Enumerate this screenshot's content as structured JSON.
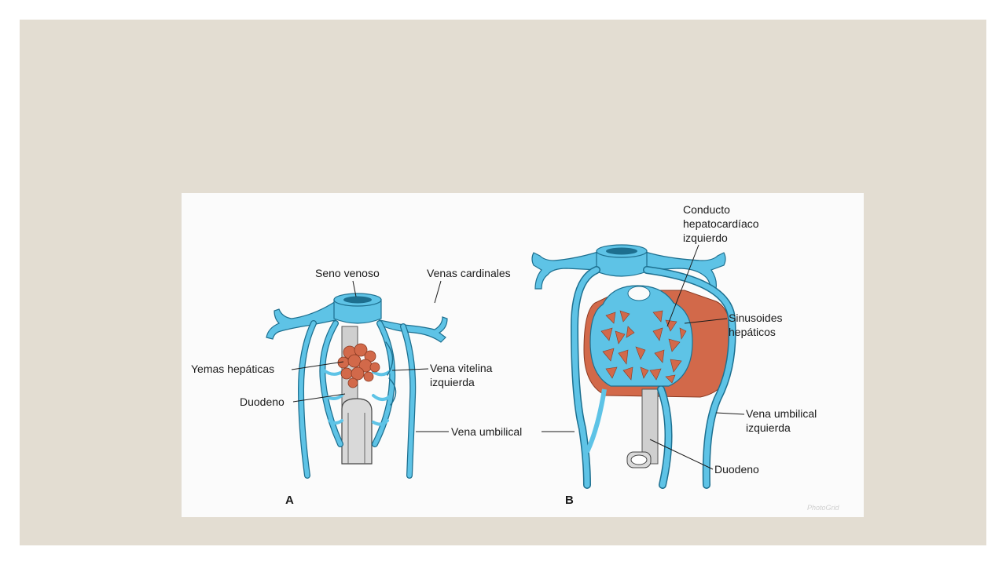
{
  "colors": {
    "slide_background": "#e3ddd2",
    "vessel_blue": "#5ec3e6",
    "vessel_outline": "#1d6f8f",
    "liver_orange": "#d2694a",
    "gut_gray": "#cfcfcf"
  },
  "panel_a": {
    "letter": "A",
    "labels": {
      "seno_venoso": "Seno venoso",
      "venas_cardinales": "Venas cardinales",
      "yemas_hepaticas": "Yemas hepáticas",
      "vena_vitelina_1": "Vena vitelina",
      "vena_vitelina_2": "izquierda",
      "duodeno": "Duodeno",
      "vena_umbilical": "Vena umbilical"
    }
  },
  "panel_b": {
    "letter": "B",
    "labels": {
      "conducto_1": "Conducto",
      "conducto_2": "hepatocardíaco",
      "conducto_3": "izquierdo",
      "sinusoides_1": "Sinusoides",
      "sinusoides_2": "hepáticos",
      "vena_umbilical_1": "Vena umbilical",
      "vena_umbilical_2": "izquierda",
      "duodeno": "Duodeno"
    }
  },
  "watermark": "PhotoGrid"
}
